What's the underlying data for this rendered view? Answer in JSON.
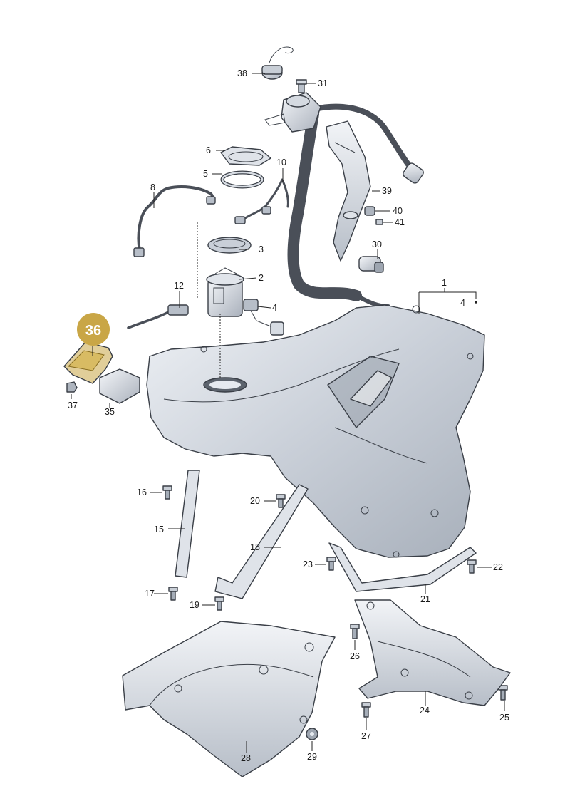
{
  "highlight": {
    "number": "36",
    "color": "#c9a646"
  },
  "part_labels": {
    "p1": "1",
    "p2": "2",
    "p3": "3",
    "p4": "4",
    "p4b": "4",
    "p5": "5",
    "p6": "6",
    "p8": "8",
    "p10": "10",
    "p12": "12",
    "p15": "15",
    "p16": "16",
    "p17": "17",
    "p18": "18",
    "p19": "19",
    "p20": "20",
    "p21": "21",
    "p22": "22",
    "p23": "23",
    "p24": "24",
    "p25": "25",
    "p26": "26",
    "p27": "27",
    "p28": "28",
    "p29": "29",
    "p30": "30",
    "p31": "31",
    "p35": "35",
    "p37": "37",
    "p38": "38",
    "p39": "39",
    "p40": "40",
    "p41": "41"
  },
  "colors": {
    "part_fill_light": "#e6eaf0",
    "part_fill_mid": "#c4cad3",
    "part_fill_dark": "#9aa2ad",
    "line": "#3a3f47"
  }
}
